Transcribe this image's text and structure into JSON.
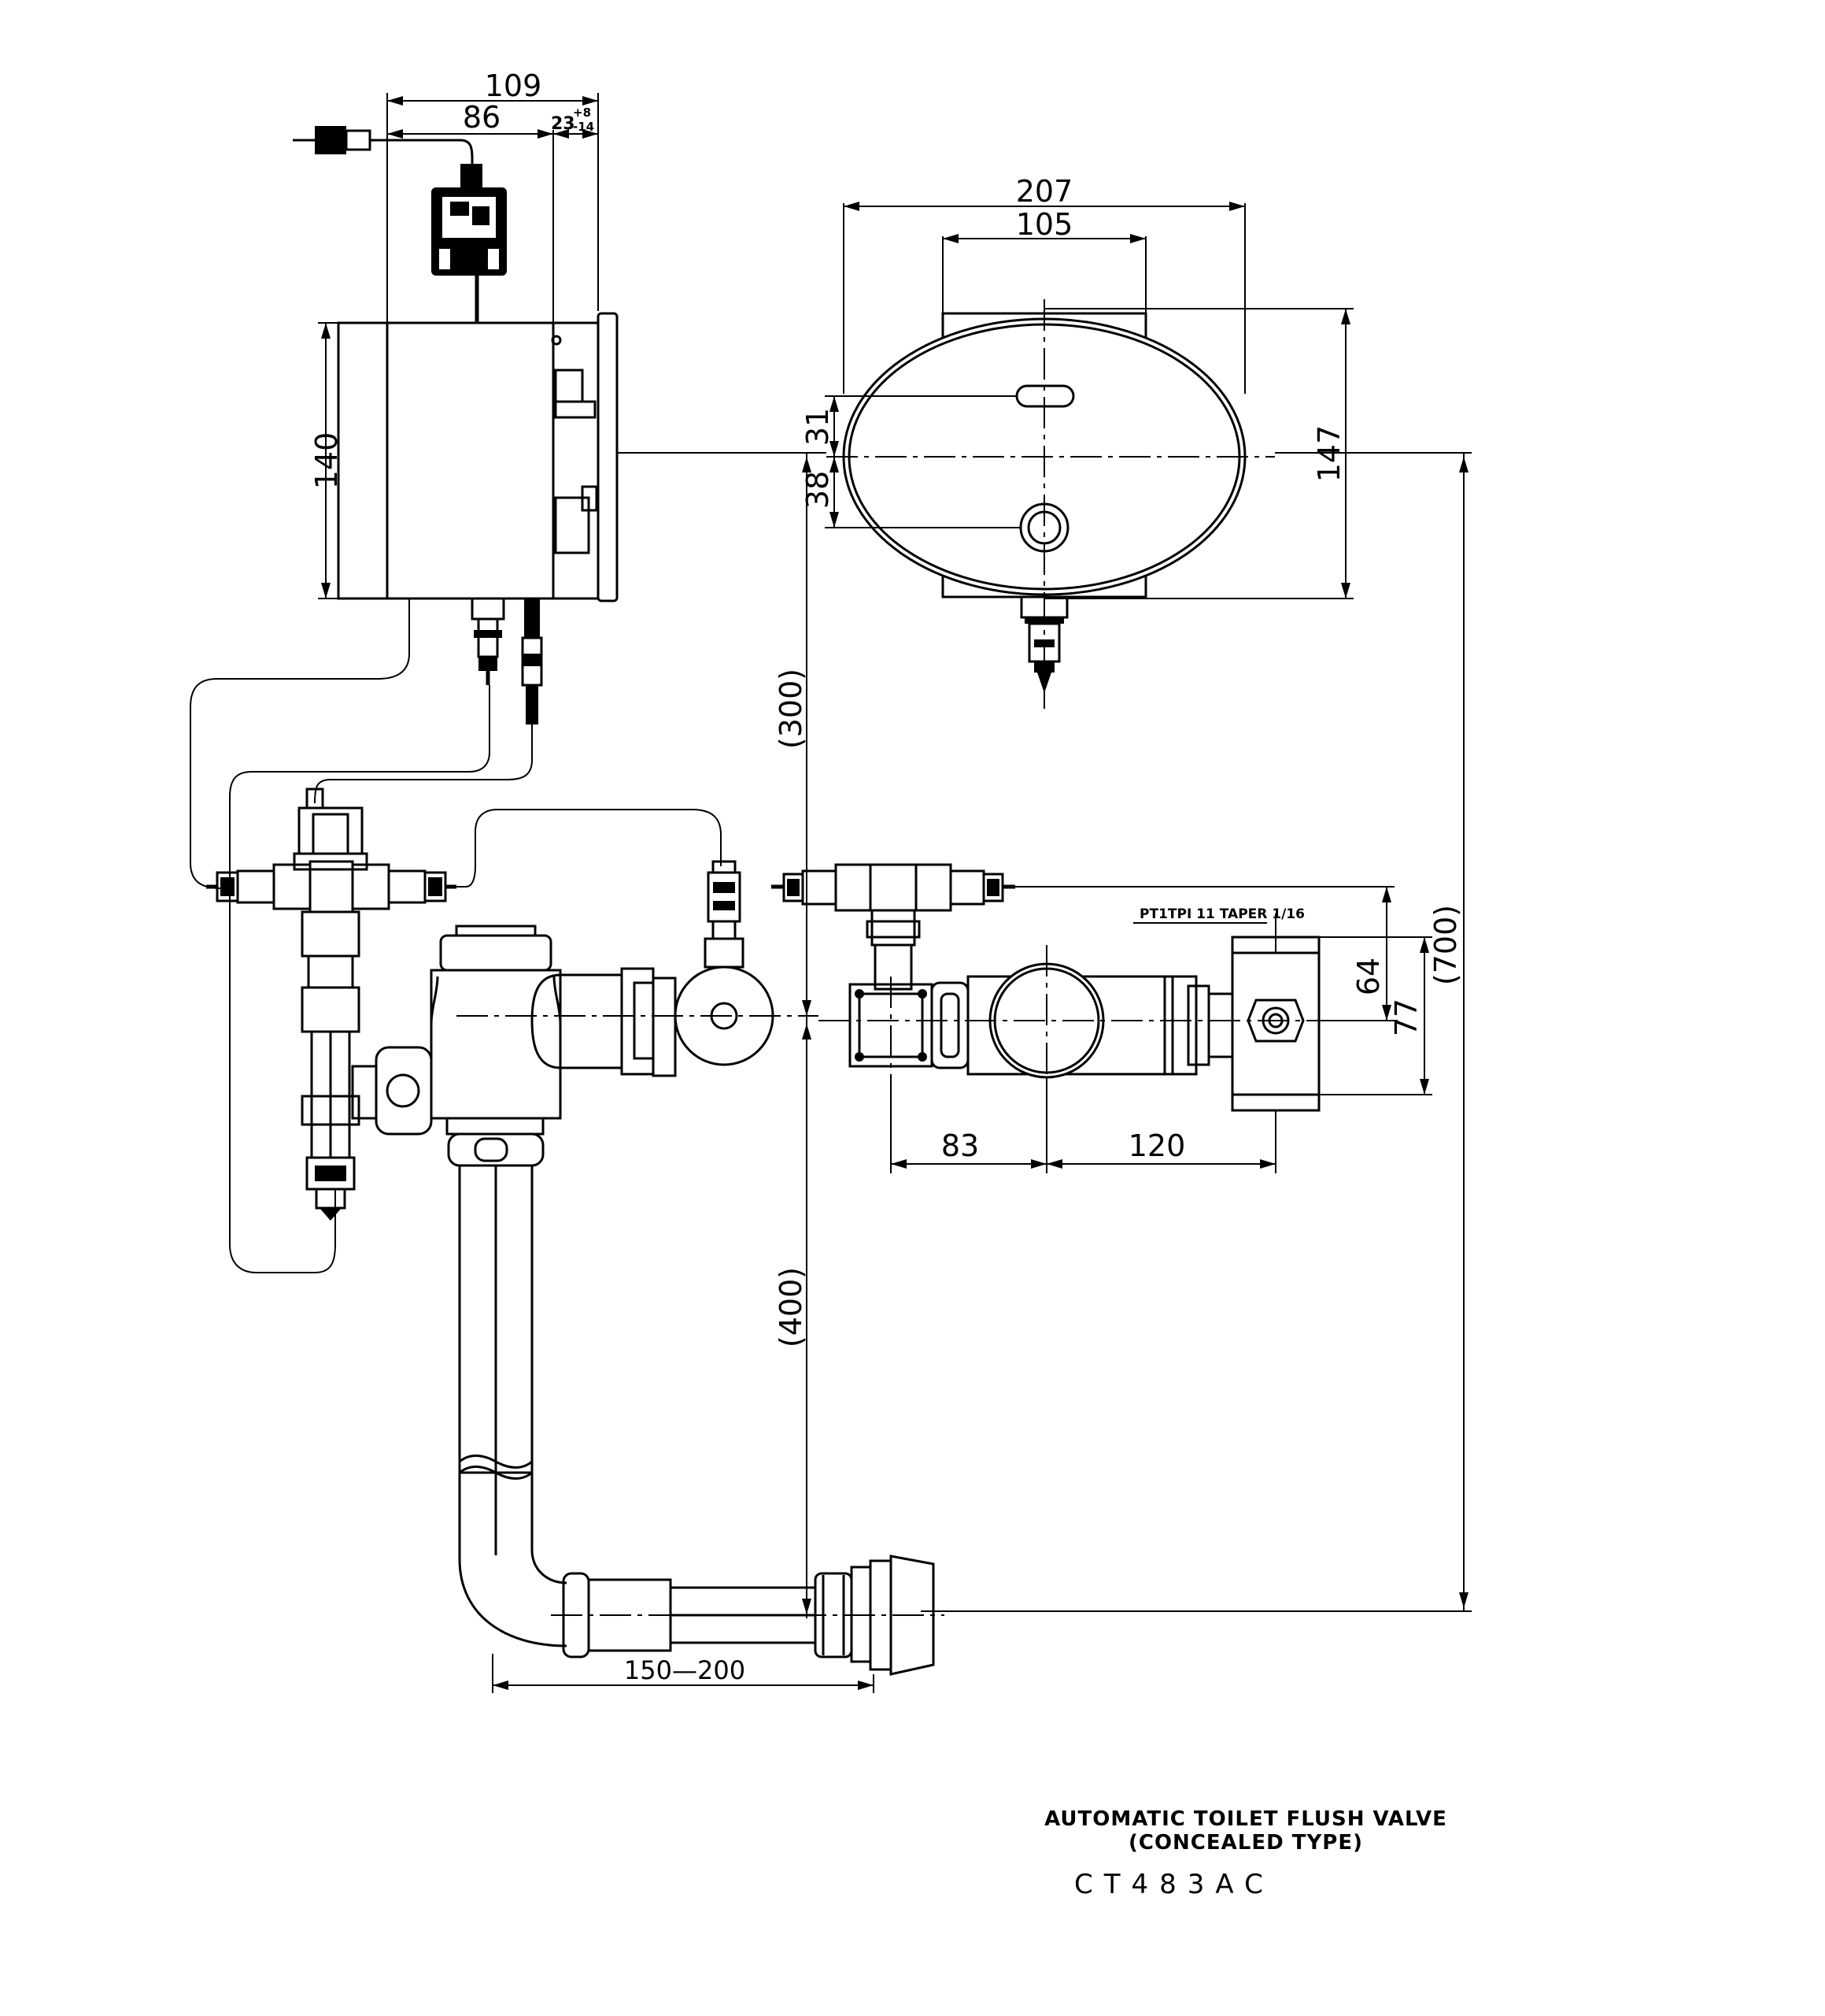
{
  "dimensions": {
    "d109": "109",
    "d86": "86",
    "d23": "23",
    "d23_tol_plus": "+8",
    "d23_tol_minus": "-14",
    "d140": "140",
    "d207": "207",
    "d105": "105",
    "d31": "31",
    "d38": "38",
    "d147": "147",
    "d300": "(300)",
    "d400": "(400)",
    "d700": "(700)",
    "d64": "64",
    "d77": "77",
    "d83": "83",
    "d120": "120",
    "d150_200": "150—200"
  },
  "thread_note": "PT1TPI 11 TAPER 1/16",
  "title": {
    "line1": "AUTOMATIC TOILET FLUSH VALVE",
    "line2": "(CONCEALED TYPE)",
    "model": "CT483AC"
  }
}
